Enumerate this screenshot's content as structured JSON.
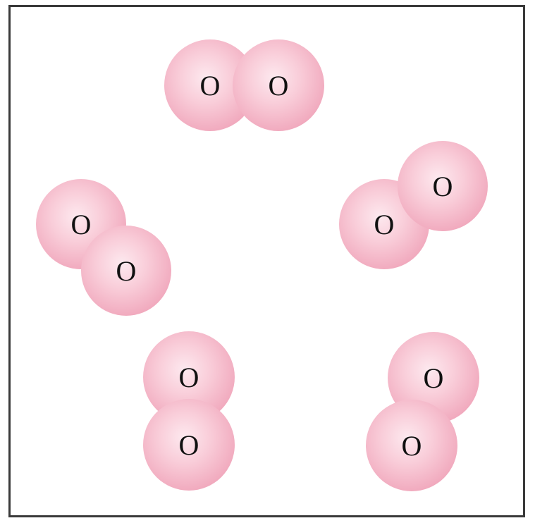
{
  "diagram": {
    "atom_color": "#f6b9c9",
    "atom_highlight": "#fbe3ea",
    "atom_shadow": "#eea3b8",
    "frame_color": "#3a3a3a",
    "molecules": [
      {
        "atoms": [
          "O",
          "O"
        ]
      },
      {
        "atoms": [
          "O",
          "O"
        ]
      },
      {
        "atoms": [
          "O",
          "O"
        ]
      },
      {
        "atoms": [
          "O",
          "O"
        ]
      },
      {
        "atoms": [
          "O",
          "O"
        ]
      }
    ]
  }
}
